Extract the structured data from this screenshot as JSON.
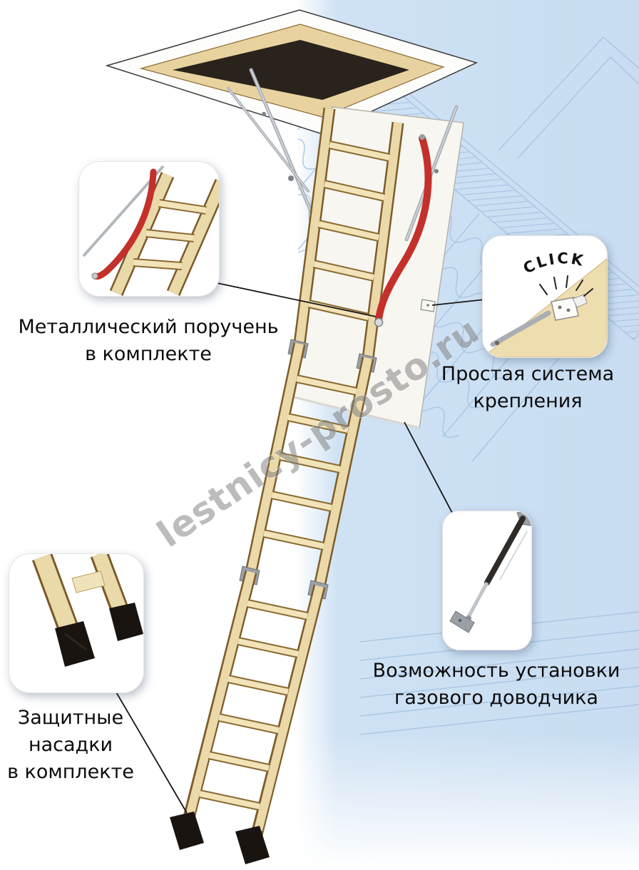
{
  "watermark": "lestnicy-prosto.ru",
  "labels": {
    "handrail_l1": "Металлический поручень",
    "handrail_l2": "в комплекте",
    "mounting_l1": "Простая система",
    "mounting_l2": "крепления",
    "gas_l1": "Возможность установки",
    "gas_l2": "газового доводчика",
    "caps_l1": "Защитные",
    "caps_l2": "насадки",
    "caps_l3": "в комплекте",
    "click": "CLICK"
  },
  "colors": {
    "background_blue": "#cfe2f4",
    "sketch_line": "#a7c4e2",
    "wood_light": "#ecd9a9",
    "wood_outline": "#7c5d2b",
    "step_light": "#f2e4b8",
    "lid_white": "#f7f6f1",
    "handrail_red": "#c4302b",
    "metal_gray": "#a9aeb4",
    "cap_black": "#191410"
  }
}
